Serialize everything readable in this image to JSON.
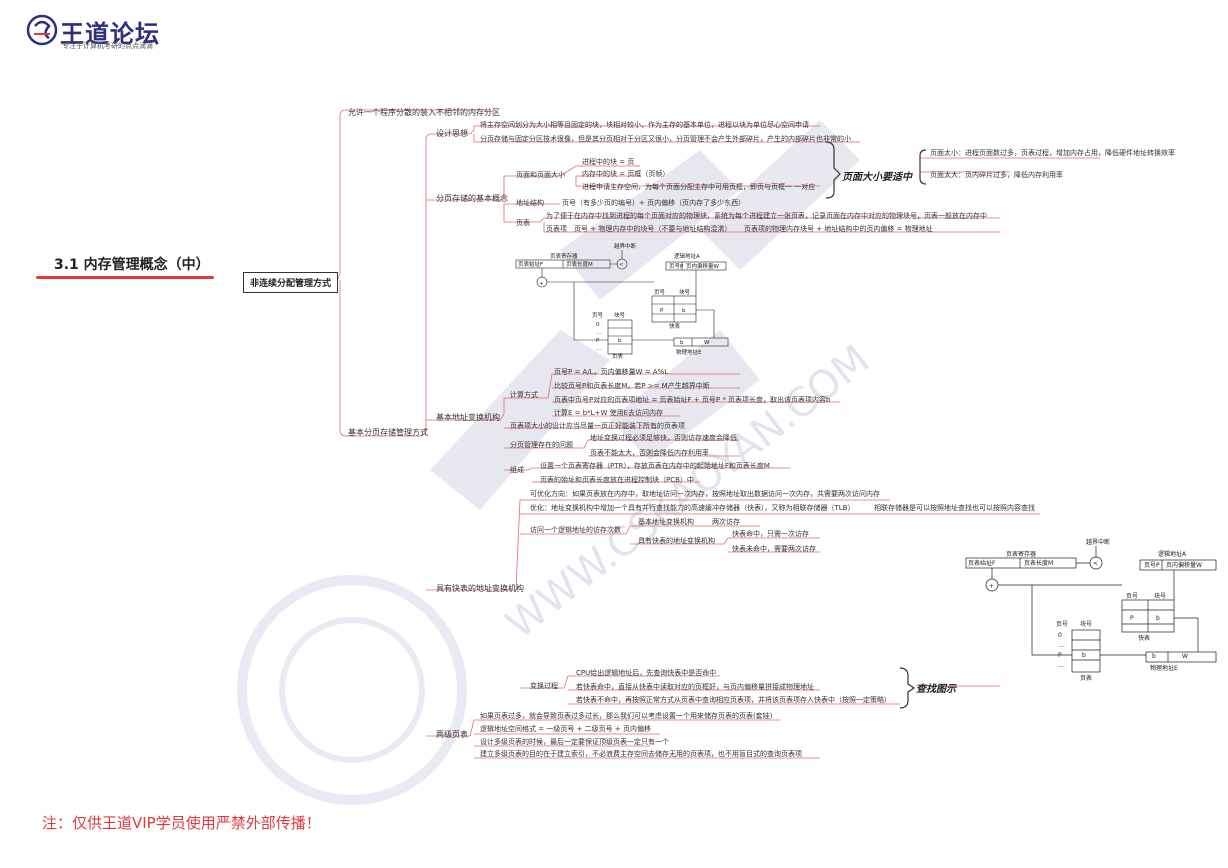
{
  "header": {
    "brand": "王道论坛",
    "slogan": "专注于计算机考研的点点滴滴"
  },
  "chapter_title": "3.1 内存管理概念（中）",
  "main_node": "非连续分配管理方式",
  "branches": {
    "intro": "允许一个程序分散的装入不相邻的内存分区",
    "basic_paging": {
      "label": "基本分页存储管理方式",
      "design": {
        "label": "设计思想",
        "items": [
          "将主存空间划分为大小相等且固定的块，块相对较小，作为主存的基本单位，进程以块为单位尽心空间申请",
          "分页存储与固定分区技术很像，但是其分页相对于分区又很小，分页管理不会产生外部碎片，产生的内部碎片也非常的小"
        ]
      },
      "concepts": {
        "label": "分页存储的基本概念",
        "page_size": {
          "label": "页面和页面大小",
          "items": [
            "进程中的块 = 页",
            "内存中的块 = 页框（页帧）",
            "进程申请主存空间，为每个页面分配主存中可用页框，即页与页框一 一对应"
          ],
          "note": "页面大小要适中",
          "side": [
            "页面太小：进程页面数过多，页表过程，增加内存占用，降低硬件地址转换效率",
            "页面太大：页内碎片过多，降低内存利用率"
          ]
        },
        "addr_struct": {
          "label": "地址结构",
          "text": "页号（有多少页的编号）+ 页内偏移（页内存了多少东西）"
        },
        "page_table": {
          "label": "页表",
          "text": "为了便于在内存中找到进程的每个页面对应的物理块，系统为每个进程建立一张页表，记录页面在内存中对应的物理块号，页表一般放在内存中",
          "entry_label": "页表项",
          "entry_text": "页号 + 物理内存中的块号（不要与地址结构混淆）",
          "addr_text": "页表项的物理内存块号 + 地址结构中的页内偏移 = 物理地址"
        }
      },
      "translation": {
        "label": "基本地址变换机构",
        "calc": {
          "label": "计算方式",
          "items": [
            "页号P = A/L，页内偏移量W = A%L",
            "比较页号P和页表长度M，若P >= M产生越界中断",
            "页表中页号P对应的页表项地址 = 页表始址F + 页号P * 页表项长度，取出该页表项内容b",
            "计算E = b*L+W      使用E去访问内存"
          ]
        },
        "size_note": "页表项大小的设计应当尽量一页正好能装下所有的页表项",
        "problems": {
          "label": "分页管理存在的问题",
          "items": [
            "地址变换过程必须足够快，否则访存速度会降低",
            "页表不能太大，否则会降低内存利用率"
          ]
        },
        "components": {
          "label": "组成",
          "items": [
            "设置一个页表寄存器（PTR），存放页表在内存中的起始地址F和页表长度M",
            "页表的始址和页表长度放在进程控制块（PCB）中"
          ]
        }
      },
      "tlb": {
        "label": "具有快表的地址变换机构",
        "optimize_dir": "可优化方向：如果页表放在内存中，取地址访问一次内存，按照地址取出数据访问一次内存，共需要两次访问内存",
        "optimize": "优化：地址变换机构中增加一个具有并行查找能力的高速缓冲存储器（快表），又称为相联存储器（TLB）",
        "assoc": "相联存储器是可以按照地址查找也可以按照内容查找",
        "access": {
          "label": "访问一个逻辑地址的访存次数",
          "basic": "基本地址变换机构",
          "basic_count": "两次访存",
          "with_tlb": "具有快表的地址变换机构",
          "hit": "快表命中，只需一次访存",
          "miss": "快表未命中，需要两次访存"
        },
        "process": {
          "label": "变换过程",
          "items": [
            "CPU给出逻辑地址后，先查询快表中是否命中",
            "若快表命中，直接从快表中读取对应的页框好，与页内偏移量拼接成物理地址",
            "若快表不命中，再按照正常方式从页表中查询相应页表项，并将该页表项存入快表中（按照一定策略）"
          ],
          "note": "查找图示"
        }
      },
      "multilevel": {
        "label": "两级页表",
        "items": [
          "如果页表过多，就会导致页表过多过长，那么我们可以考虑设置一个用来储存页表的页表(套娃)",
          "逻辑地址空间格式 = 一级页号 + 二级页号 + 页内偏移",
          "设计多级页表的时候，最后一定要保证顶级页表一定只有一个",
          "建立多级页表的目的在于建立索引，不必浪费主存空间去储存无用的页表项，也不用盲目式的查询页表项"
        ]
      }
    }
  },
  "diagram": {
    "interrupt": "越界中断",
    "ptr_label": "页表寄存器",
    "ptr_fields": [
      "页表始址F",
      "页表长度M"
    ],
    "logical_label": "逻辑地址A",
    "logical_fields": [
      "页号P",
      "页内偏移量W"
    ],
    "tlb_headers": [
      "页号",
      "块号"
    ],
    "tlb_row": [
      "P",
      "b"
    ],
    "tlb_label": "快表",
    "pt_headers": [
      "页号",
      "块号"
    ],
    "pt_rows": [
      "0",
      "…",
      "P",
      "…"
    ],
    "pt_label": "页表",
    "phys_fields": [
      "b",
      "W"
    ],
    "phys_label": "物理地址E",
    "cell_b": "b",
    "ellipsis": "…",
    "cmp": "<",
    "plus": "+"
  },
  "watermark": {
    "site": "WWW.CSKAOYAN.COM",
    "seal": "王道论坛"
  },
  "footer_note": "注：仅供王道VIP学员使用严禁外部传播！"
}
